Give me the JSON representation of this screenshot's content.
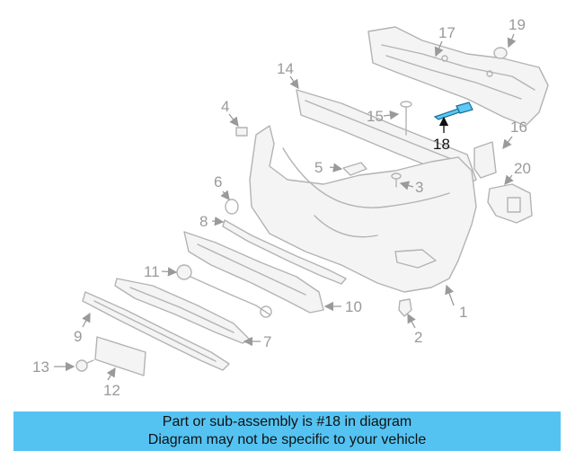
{
  "callouts": [
    "1",
    "2",
    "3",
    "4",
    "5",
    "6",
    "7",
    "8",
    "9",
    "10",
    "11",
    "12",
    "13",
    "14",
    "15",
    "16",
    "17",
    "18",
    "19",
    "20"
  ],
  "highlighted_part": "18",
  "highlight_color": "#5bc8f5",
  "caption": {
    "line1": "Part or sub-assembly is #18 in diagram",
    "line2": "Diagram may not be specific to your vehicle",
    "background": "#55c3f2"
  }
}
